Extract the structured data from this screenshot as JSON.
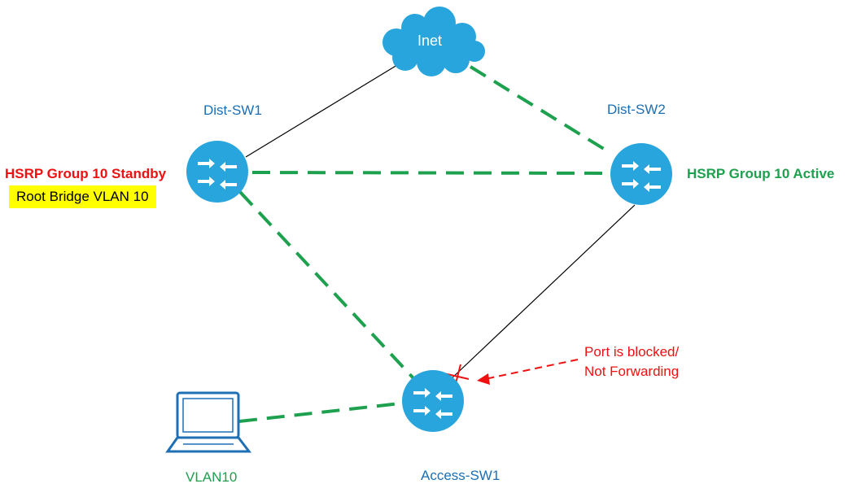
{
  "nodes": {
    "inet": {
      "label": "Inet"
    },
    "dist_sw1": {
      "label": "Dist-SW1"
    },
    "dist_sw2": {
      "label": "Dist-SW2"
    },
    "access_sw1": {
      "label": "Access-SW1"
    },
    "pc": {
      "label": "VLAN10"
    }
  },
  "annotations": {
    "hsrp_standby": "HSRP Group 10 Standby",
    "root_bridge": "Root Bridge VLAN 10",
    "hsrp_active": "HSRP Group 10 Active",
    "blocked_line1": "Port is blocked/",
    "blocked_line2": "Not Forwarding"
  },
  "colors": {
    "device": "#29a5dd",
    "forwarding_link": "#1ea14f",
    "blocked_link": "#000000",
    "warning": "#ee1111",
    "label_blue": "#1a6fb5",
    "highlight": "#ffff00",
    "laptop": "#1f6fb5"
  },
  "links": [
    {
      "from": "inet",
      "to": "dist_sw1",
      "style": "solid-thin"
    },
    {
      "from": "inet",
      "to": "dist_sw2",
      "style": "dashed-green"
    },
    {
      "from": "dist_sw1",
      "to": "dist_sw2",
      "style": "dashed-green"
    },
    {
      "from": "dist_sw1",
      "to": "access_sw1",
      "style": "dashed-green"
    },
    {
      "from": "dist_sw2",
      "to": "access_sw1",
      "style": "solid-thin-blocked"
    },
    {
      "from": "pc",
      "to": "access_sw1",
      "style": "dashed-green"
    }
  ]
}
